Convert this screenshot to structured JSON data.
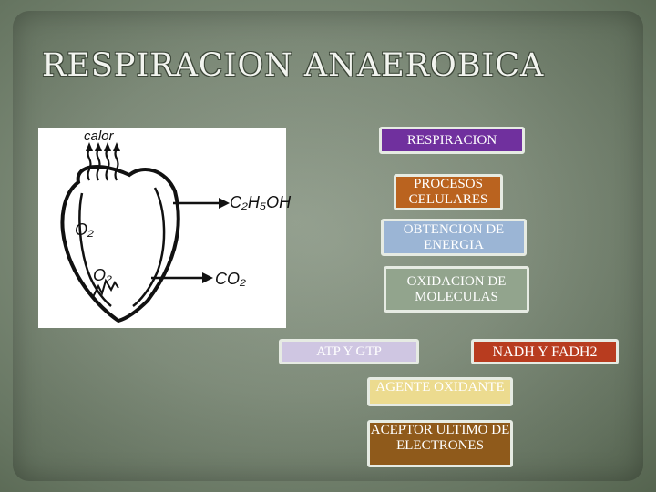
{
  "slide": {
    "title": "RESPIRACION ANAEROBICA"
  },
  "figure": {
    "labels": {
      "heat": "calor",
      "ethanol": "C₂H₅OH",
      "o2_top": "O₂",
      "o2_bottom": "O₂",
      "co2": "CO₂"
    }
  },
  "concepts": {
    "respiracion": "RESPIRACION",
    "procesos": "PROCESOS CELULARES",
    "obtencion": "OBTENCION DE ENERGIA",
    "oxidacion": "OXIDACION DE MOLECULAS",
    "atp": "ATP Y GTP",
    "nadh": "NADH Y FADH2",
    "agente": "AGENTE OXIDANTE",
    "aceptor": "ACEPTOR ULTIMO DE ELECTRONES"
  },
  "colors": {
    "respiracion": "#70309e",
    "procesos": "#ba631f",
    "obtencion": "#9bb5d5",
    "oxidacion": "#92a48d",
    "atp": "#cfc6e2",
    "nadh": "#b83c1f",
    "agente": "#ecdb8f",
    "aceptor": "#8f5a1b"
  }
}
